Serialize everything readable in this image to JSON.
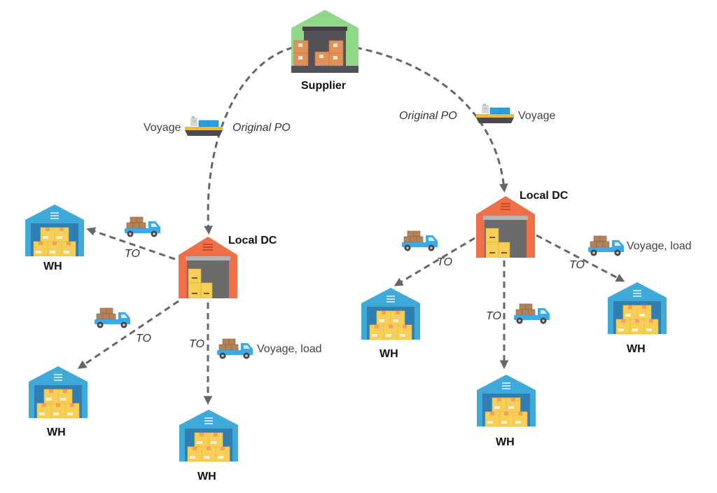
{
  "nodes": {
    "supplier": {
      "label": "Supplier",
      "type": "supplier"
    },
    "dc_left": {
      "label": "Local DC",
      "type": "distribution-center"
    },
    "dc_right": {
      "label": "Local DC",
      "type": "distribution-center"
    },
    "wh_left_top": {
      "label": "WH",
      "type": "warehouse"
    },
    "wh_left_bottom": {
      "label": "WH",
      "type": "warehouse"
    },
    "wh_left_center": {
      "label": "WH",
      "type": "warehouse"
    },
    "wh_right_left": {
      "label": "WH",
      "type": "warehouse"
    },
    "wh_right_center": {
      "label": "WH",
      "type": "warehouse"
    },
    "wh_right_right": {
      "label": "WH",
      "type": "warehouse"
    }
  },
  "edges": [
    {
      "from": "supplier",
      "to": "dc_left",
      "label": "Original PO",
      "mode": "Voyage",
      "mode_icon": "ship-icon"
    },
    {
      "from": "supplier",
      "to": "dc_right",
      "label": "Original PO",
      "mode": "Voyage",
      "mode_icon": "ship-icon"
    },
    {
      "from": "dc_left",
      "to": "wh_left_top",
      "label": "TO",
      "mode": "",
      "mode_icon": "truck-icon"
    },
    {
      "from": "dc_left",
      "to": "wh_left_bottom",
      "label": "TO",
      "mode": "",
      "mode_icon": "truck-icon"
    },
    {
      "from": "dc_left",
      "to": "wh_left_center",
      "label": "TO",
      "mode": "Voyage, load",
      "mode_icon": "truck-icon"
    },
    {
      "from": "dc_right",
      "to": "wh_right_left",
      "label": "TO",
      "mode": "",
      "mode_icon": "truck-icon"
    },
    {
      "from": "dc_right",
      "to": "wh_right_center",
      "label": "TO",
      "mode": "",
      "mode_icon": "truck-icon"
    },
    {
      "from": "dc_right",
      "to": "wh_right_right",
      "label": "TO",
      "mode": "Voyage, load",
      "mode_icon": "truck-icon"
    }
  ],
  "colors": {
    "supplier_roof": "#8fd88a",
    "supplier_door": "#555158",
    "box_orange": "#e0915a",
    "dc_body": "#ef6f46",
    "dc_door": "#6b6b6e",
    "wh_body": "#3fa9d9",
    "wh_door": "#2f7fb2",
    "box_yellow": "#f7cf57",
    "arrow": "#666666",
    "truck": "#3fa9e5",
    "ship_hull": "#4a4a4a",
    "ship_stripe": "#f5b731",
    "ship_container": "#2a9fdd"
  }
}
